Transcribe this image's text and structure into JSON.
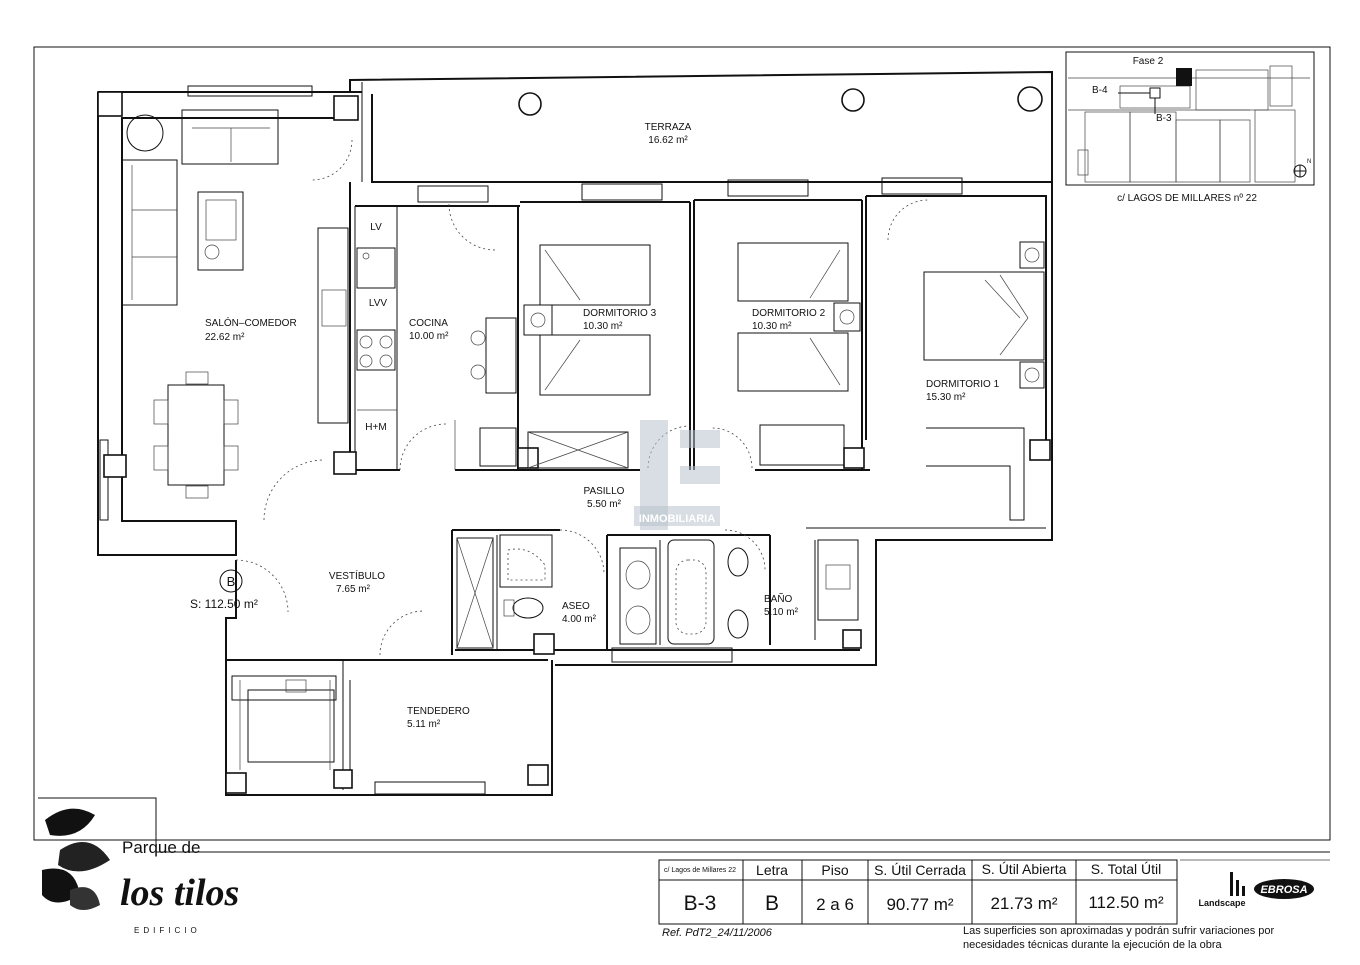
{
  "plan": {
    "rooms": {
      "terraza": {
        "name": "TERRAZA",
        "area": "16.62 m²"
      },
      "salon": {
        "name": "SALÓN–COMEDOR",
        "area": "22.62 m²"
      },
      "cocina": {
        "name": "COCINA",
        "area": "10.00 m²"
      },
      "dorm3": {
        "name": "DORMITORIO 3",
        "area": "10.30 m²"
      },
      "dorm2": {
        "name": "DORMITORIO 2",
        "area": "10.30 m²"
      },
      "dorm1": {
        "name": "DORMITORIO 1",
        "area": "15.30 m²"
      },
      "pasillo": {
        "name": "PASILLO",
        "area": "5.50 m²"
      },
      "vestibulo": {
        "name": "VESTÍBULO",
        "area": "7.65 m²"
      },
      "aseo": {
        "name": "ASEO",
        "area": "4.00 m²"
      },
      "bano": {
        "name": "BAÑO",
        "area": "5.10 m²"
      },
      "tendedero": {
        "name": "TENDEDERO",
        "area": "5.11 m²"
      }
    },
    "appliances": {
      "lv": "LV",
      "lvv": "LVV",
      "hm": "H+M"
    },
    "unit_marker": "B",
    "unit_area": "S: 112.50 m²"
  },
  "key_plan": {
    "phase": "Fase 2",
    "label_b4": "B-4",
    "label_b3": "B-3",
    "north": "N",
    "street": "c/ LAGOS DE MILLARES nº 22"
  },
  "watermark": {
    "text": "INMOBILIARIA"
  },
  "brand": {
    "line1": "Parque de",
    "line2": "los tilos",
    "line3": "EDIFICIO"
  },
  "info_table": {
    "headers": [
      "c/ Lagos de Millares 22",
      "Letra",
      "Piso",
      "S. Útil Cerrada",
      "S. Útil Abierta",
      "S. Total Útil"
    ],
    "values": [
      "B-3",
      "B",
      "2 a 6",
      "90.77 m²",
      "21.73 m²",
      "112.50 m²"
    ]
  },
  "logos": {
    "landscape": "Landscape",
    "ebrosa": "EBROSA"
  },
  "reference": "Ref. PdT2_24/11/2006",
  "disclaimer": {
    "line1": "Las superficies son aproximadas y podrán sufrir variaciones por",
    "line2": "necesidades técnicas durante la ejecución de la obra"
  }
}
